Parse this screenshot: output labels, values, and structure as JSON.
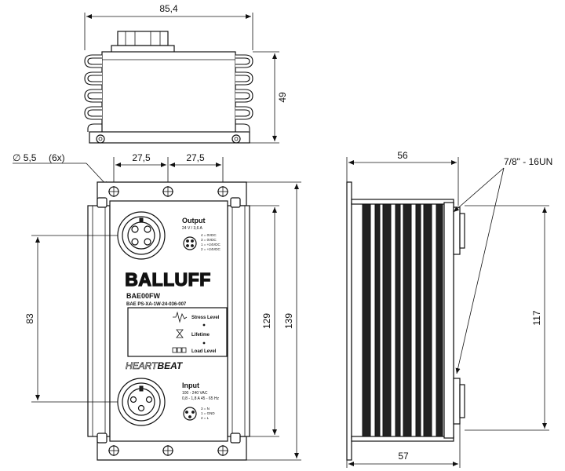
{
  "dimensions": {
    "top_width": "85,4",
    "top_height": "49",
    "hole_dia": "∅ 5,5",
    "hole_count": "(6x)",
    "hole_spacing_a": "27,5",
    "hole_spacing_b": "27,5",
    "front_inner_height": "83",
    "front_body_height": "129",
    "front_total_height": "139",
    "side_top_width": "56",
    "side_bottom_width": "57",
    "side_height": "117",
    "thread": "7/8\" - 16UN"
  },
  "device": {
    "brand": "BALLUFF",
    "model": "BAE00FW",
    "part_number": "BAE PS-XA-1W-24-036-007",
    "output_title": "Output",
    "output_rating": "24 V / 3,6 A",
    "output_pins": [
      "4 = 0VDC",
      "3 = 0VDC",
      "1 = +24VDC",
      "2 = +24VDC"
    ],
    "indicator_stress": "Stress Level",
    "indicator_lifetime": "Lifetime",
    "indicator_load": "Load Level",
    "logo_heart": "HEART",
    "logo_beat": "BEAT",
    "input_title": "Input",
    "input_rating_1": "100 - 240 VAC",
    "input_rating_2": "0,8 - 1,8 A    45 - 65 Hz",
    "input_pins": [
      "3 = N",
      "1 = GND",
      "2 = L"
    ]
  }
}
